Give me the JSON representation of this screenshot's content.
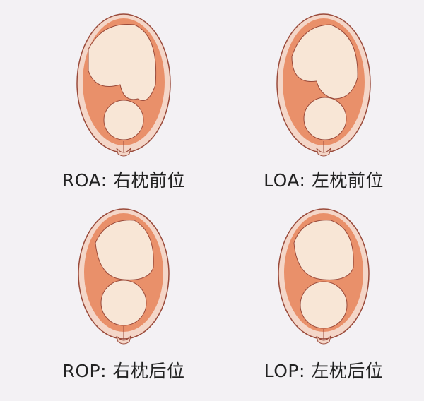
{
  "colors": {
    "fluid": "#e9906a",
    "wall": "#f4d6c8",
    "outline": "#9a4a3a",
    "fetus": "#f8e6d6",
    "background": "#f3f1f4"
  },
  "panels": [
    {
      "id": "roa",
      "label": "ROA: 右枕前位",
      "head": "bottom-left-front"
    },
    {
      "id": "loa",
      "label": "LOA: 左枕前位",
      "head": "bottom-right-front"
    },
    {
      "id": "rop",
      "label": "ROP: 右枕后位",
      "head": "bottom-left-back"
    },
    {
      "id": "lop",
      "label": "LOP: 左枕后位",
      "head": "bottom-right-back"
    }
  ]
}
